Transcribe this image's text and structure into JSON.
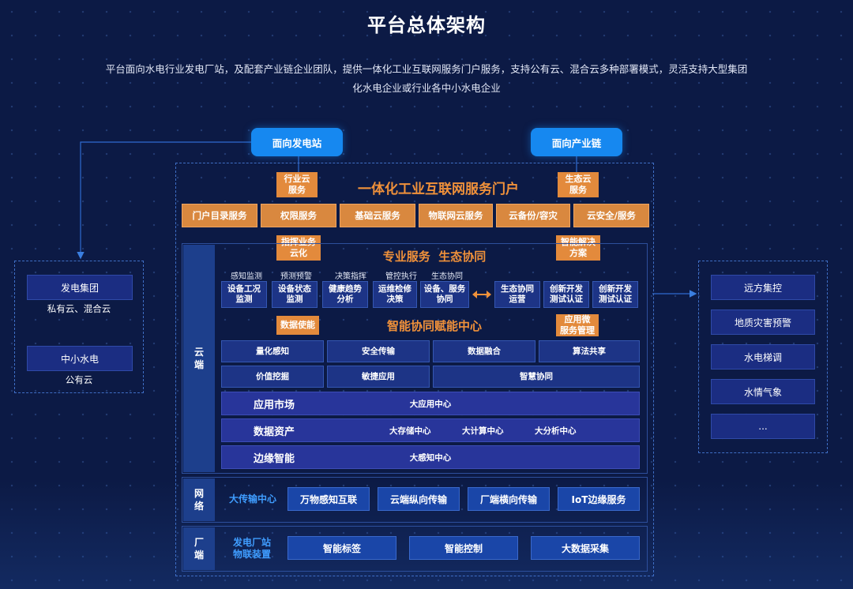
{
  "title": "平台总体架构",
  "subtitle": "平台面向水电行业发电厂站，及配套产业链企业团队，提供一体化工业互联网服务门户服务，支持公有云、混合云多种部署模式，灵活支持大型集团化水电企业或行业各中小水电企业",
  "top": {
    "left_pill": "面向发电站",
    "right_pill": "面向产业链"
  },
  "left_panel": {
    "group1": {
      "box": "发电集团",
      "caption": "私有云、混合云"
    },
    "group2": {
      "box": "中小水电",
      "caption": "公有云"
    }
  },
  "right_panel": {
    "items": [
      "远方集控",
      "地质灾害预警",
      "水电梯调",
      "水情气象",
      "..."
    ]
  },
  "portal": {
    "title": "一体化工业互联网服务门户",
    "tag_left": "行业云\n服务",
    "tag_right": "生态云\n服务",
    "services": [
      "门户目录服务",
      "权限服务",
      "基础云服务",
      "物联网云服务",
      "云备份/容灾",
      "云安全/服务"
    ]
  },
  "tags": {
    "indicator": "指挥业务\n云化",
    "smart_solution": "智能解决\n方案",
    "data_enable": "数据使能",
    "micro_service": "应用微\n服务管理"
  },
  "professional": {
    "title": "专业服务  生态协同",
    "categories": [
      "感知监测",
      "预测预警",
      "决策指挥",
      "管控执行",
      "生态协同"
    ],
    "boxes_left": [
      "设备工况\n监测",
      "设备状态\n监测",
      "健康趋势\n分析",
      "运维检修\n决策",
      "设备、服务\n协同"
    ],
    "boxes_right": [
      "生态协同\n运营",
      "创新开发\n测试认证",
      "创新开发\n测试认证"
    ]
  },
  "smart_center": {
    "title": "智能协同赋能中心",
    "row1": [
      "量化感知",
      "安全传输",
      "数据融合",
      "算法共享"
    ],
    "row2": [
      "价值挖掘",
      "敏捷应用",
      "智慧协同"
    ]
  },
  "rows": {
    "app_market": {
      "label": "应用市场",
      "items": [
        "大应用中心"
      ]
    },
    "data_asset": {
      "label": "数据资产",
      "items": [
        "大存储中心",
        "大计算中心",
        "大分析中心"
      ]
    },
    "edge": {
      "label": "边缘智能",
      "items": [
        "大感知中心"
      ]
    }
  },
  "layers": {
    "cloud": "云\n端",
    "network": "网\n络",
    "factory": "厂\n端"
  },
  "network": {
    "center": "大传输中心",
    "items": [
      "万物感知互联",
      "云端纵向传输",
      "厂端横向传输",
      "IoT边缘服务"
    ]
  },
  "factory": {
    "center": "发电厂站\n物联装置",
    "items": [
      "智能标签",
      "智能控制",
      "大数据采集"
    ]
  },
  "colors": {
    "background": "#0c1a45",
    "accent_blue": "#1688f0",
    "accent_orange": "#e38a3c",
    "box_blue": "#1d3486"
  }
}
